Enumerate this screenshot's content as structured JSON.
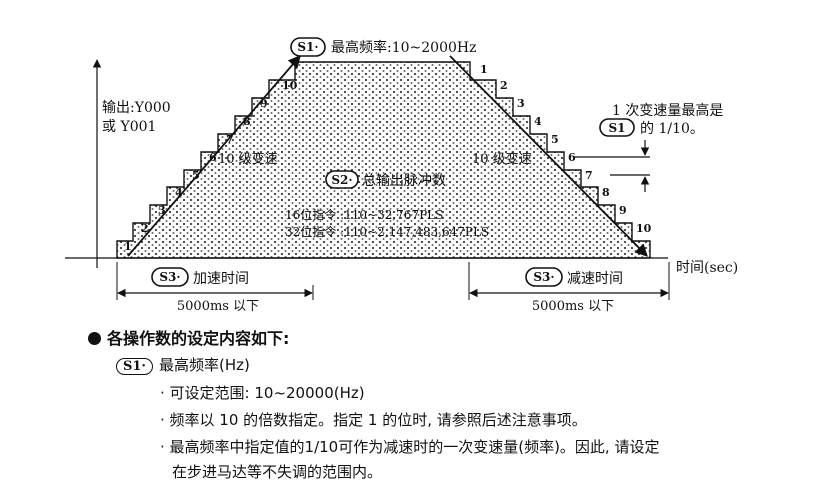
{
  "diagram": {
    "top_badge": "S1·",
    "top_label": "最高频率:10~2000Hz",
    "y_axis_label_1": "输出:Y000",
    "y_axis_label_2": "或 Y001",
    "x_axis_label": "时间(sec)",
    "accel_steps_label": "10 级变速",
    "decel_steps_label": "10 级变速",
    "pulse_badge": "S2·",
    "pulse_label": "总输出脉冲数",
    "bit16_label": "16位指令 :110~32,767PLS",
    "bit32_label": "32位指令 :110~2,147,483,647PLS",
    "note_line1": "1 次变速量最高是",
    "note_badge": "S1",
    "note_line2": "的 1/10。",
    "accel_badge": "S3·",
    "accel_label": "加速时间",
    "decel_badge": "S3·",
    "decel_label": "减速时间",
    "accel_span": "5000ms 以下",
    "decel_span": "5000ms 以下",
    "left_steps": [
      "1",
      "2",
      "3",
      "4",
      "5",
      "6",
      "7",
      "8",
      "9",
      "10"
    ],
    "right_steps": [
      "1",
      "2",
      "3",
      "4",
      "5",
      "6",
      "7",
      "8",
      "9",
      "10"
    ]
  },
  "description": {
    "heading": "各操作数的设定内容如下:",
    "param_badge": "S1·",
    "param_title": "最高频率(Hz)",
    "items": [
      "· 可设定范围: 10~20000(Hz)",
      "· 频率以 10 的倍数指定。指定 1 的位时, 请参照后述注意事项。",
      "· 最高频率中指定值的1/10可作为减速时的一次变速量(频率)。因此, 请设定"
    ],
    "item3_cont": "在步进马达等不失调的范围内。"
  }
}
